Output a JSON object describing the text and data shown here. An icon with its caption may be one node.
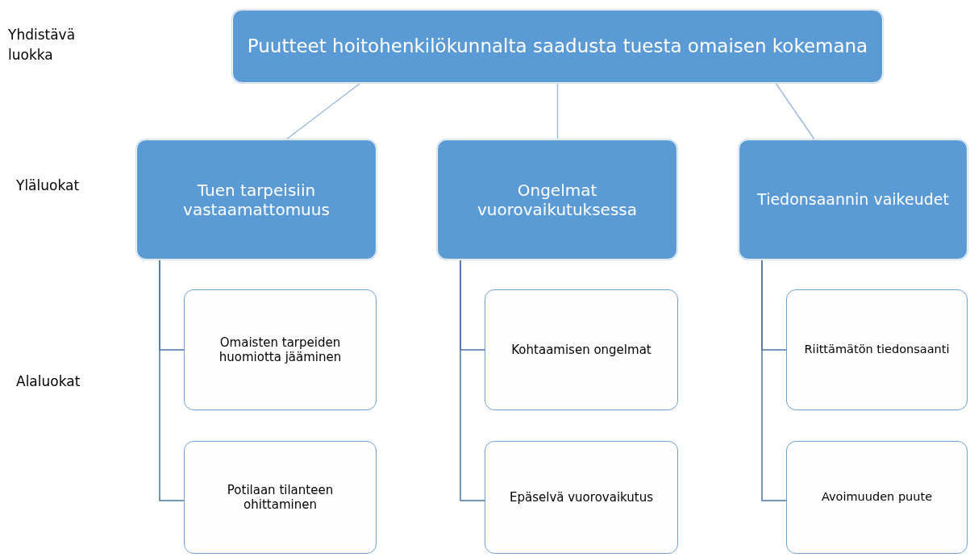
{
  "diagram": {
    "nodes": [
      {
        "text": [
          "Puutteet hoitohenkilökunnalta saadusta tuesta omaisen kokemana"
        ]
      },
      {
        "text": [
          "Tuen tarpeisiin vastaamattomuus"
        ]
      },
      {
        "text": [
          "Ongelmat vuorovaikutuksessa"
        ]
      },
      {
        "text": [
          "Tiedonsaannin vaikeudet"
        ]
      },
      {
        "text": [
          "Omaisten tarpeiden huomiotta jääminen"
        ]
      },
      {
        "text": [
          "Potilaan tilanteen ohittaminen"
        ]
      },
      {
        "text": [
          "Kohtaamisen ongelmat"
        ]
      },
      {
        "text": [
          "Epäselvä vuorovaikutus"
        ]
      },
      {
        "text": [
          "Riittämätön tiedonsaanti"
        ]
      },
      {
        "text": [
          "Avoimuuden puute"
        ]
      }
    ],
    "edges": [
      {
        "from": 0,
        "to": 1,
        "arrow": "none",
        "color": "#9dbbe0"
      },
      {
        "from": 0,
        "to": 2,
        "arrow": "none",
        "color": "#9dbbe0"
      },
      {
        "from": 0,
        "to": 3,
        "arrow": "none",
        "color": "#9dbbe0"
      },
      {
        "from": 1,
        "to": 4,
        "arrow": "none"
      },
      {
        "from": 1,
        "to": 5,
        "arrow": "none"
      },
      {
        "from": 2,
        "to": 6,
        "arrow": "none"
      },
      {
        "from": 2,
        "to": 7,
        "arrow": "none"
      },
      {
        "from": 3,
        "to": 8,
        "arrow": "none"
      },
      {
        "from": 3,
        "to": 9,
        "arrow": "none"
      }
    ],
    "labels": [
      "Yhdistävä luokka",
      "Yläluokat",
      "Alaluokat"
    ]
  }
}
